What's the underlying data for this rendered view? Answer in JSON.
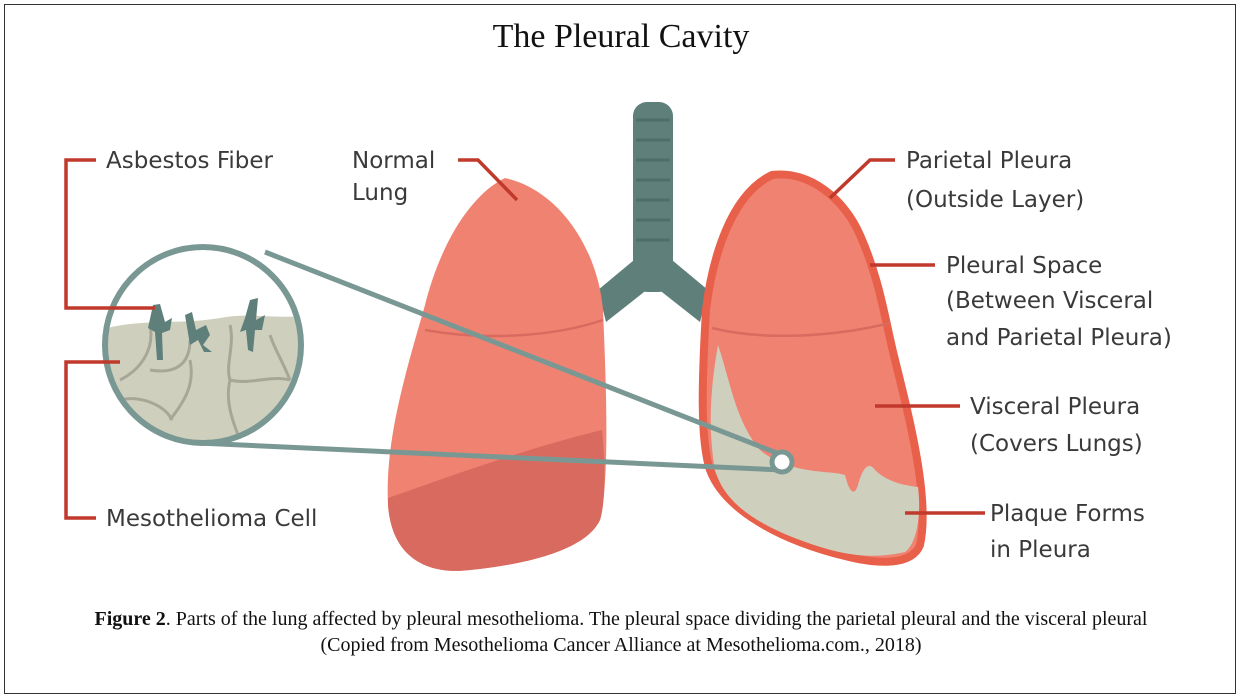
{
  "title": "The Pleural Cavity",
  "labels": {
    "asbestos_fiber": "Asbestos Fiber",
    "normal_lung_line1": "Normal",
    "normal_lung_line2": "Lung",
    "parietal_pleura_line1": "Parietal Pleura",
    "parietal_pleura_line2": "(Outside Layer)",
    "pleural_space_line1": "Pleural Space",
    "pleural_space_line2": "(Between Visceral",
    "pleural_space_line3": "and Parietal Pleura)",
    "visceral_pleura_line1": "Visceral Pleura",
    "visceral_pleura_line2": "(Covers Lungs)",
    "mesothelioma_cell": "Mesothelioma Cell",
    "plaque_line1": "Plaque Forms",
    "plaque_line2": "in Pleura"
  },
  "caption": {
    "label": "Figure 2",
    "text": ". Parts of the lung affected by pleural mesothelioma. The pleural space dividing the parietal pleural and the visceral pleural (Copied from Mesothelioma Cancer Alliance at Mesothelioma.com., 2018)"
  },
  "colors": {
    "lung": "#f08272",
    "lung_shadow": "#d96a5f",
    "pleura_outline": "#e8604a",
    "trachea": "#5f7f7b",
    "plaque": "#cfcfbe",
    "leader_line": "#c0392b",
    "magnifier": "#7a9893"
  }
}
